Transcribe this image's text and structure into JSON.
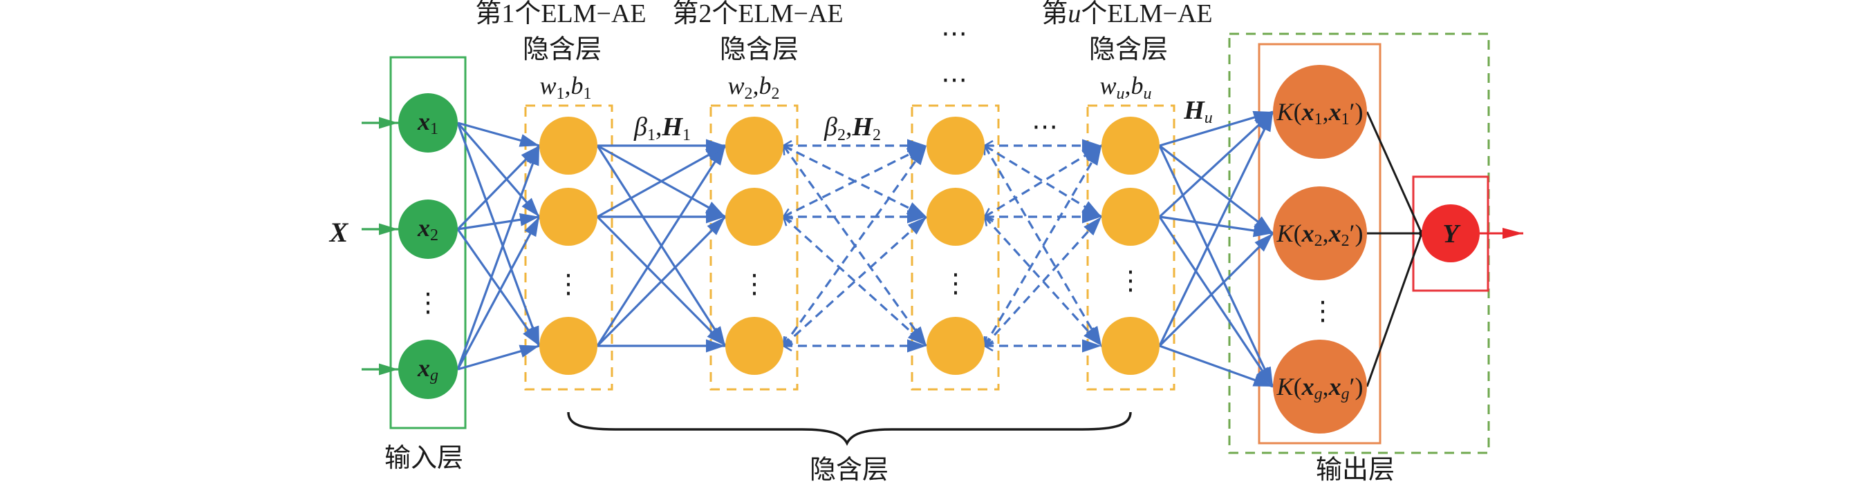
{
  "input_layer": {
    "input_symbol": "X",
    "label": "输入层",
    "nodes": [
      {
        "symbol": "x",
        "index": "1"
      },
      {
        "symbol": "x",
        "index": "2"
      },
      {
        "symbol": "x",
        "index": "g"
      }
    ],
    "ellipsis": "⋮"
  },
  "hidden_layers": [
    {
      "title_prefix": "第",
      "index": "1",
      "title_suffix": "个ELM−AE",
      "subtitle": "隐含层",
      "weight": "w",
      "bias": "b",
      "separator": ",",
      "ellipsis": "⋮"
    },
    {
      "title_prefix": "第",
      "index": "2",
      "title_suffix": "个ELM−AE",
      "subtitle": "隐含层",
      "weight": "w",
      "bias": "b",
      "separator": ",",
      "ellipsis": "⋮"
    },
    {
      "title": "⋯",
      "subtitle": "⋯",
      "ellipsis": "⋮"
    },
    {
      "title_prefix": "第",
      "index": "u",
      "title_suffix": "个ELM−AE",
      "subtitle": "隐含层",
      "weight": "w",
      "bias": "b",
      "separator": ",",
      "ellipsis": "⋮"
    }
  ],
  "connections": [
    {
      "beta": "β",
      "separator": ",",
      "hidden": "H",
      "index": "1"
    },
    {
      "beta": "β",
      "separator": ",",
      "hidden": "H",
      "index": "2"
    },
    {
      "text": "⋯"
    },
    {
      "hidden": "H",
      "index": "u"
    }
  ],
  "hidden_group_label": "隐含层",
  "output_layer": {
    "label": "输出层",
    "kernel_nodes": [
      {
        "function": "K",
        "open": "(",
        "variable": "x",
        "index": "1",
        "separator": ",",
        "prime": "′",
        "close": ")"
      },
      {
        "function": "K",
        "open": "(",
        "variable": "x",
        "index": "2",
        "separator": ",",
        "prime": "′",
        "close": ")"
      },
      {
        "function": "K",
        "open": "(",
        "variable": "x",
        "index": "g",
        "separator": ",",
        "prime": "′",
        "close": ")"
      }
    ],
    "ellipsis": "⋮",
    "output_symbol": "Y"
  },
  "colors": {
    "input_node": "#33a853",
    "input_box": "#3daf5a",
    "input_arrow": "#3aa757",
    "hidden_node": "#f4b233",
    "hidden_box": "#f0b53d",
    "edge": "#4472c4",
    "kernel_node": "#e57a3d",
    "kernel_box": "#e8884f",
    "output_group_box": "#6fa84e",
    "output_node": "#ee2b2b",
    "output_box": "#e8343a",
    "output_edge": "#1a1a1a",
    "output_arrow": "#e8262b"
  }
}
